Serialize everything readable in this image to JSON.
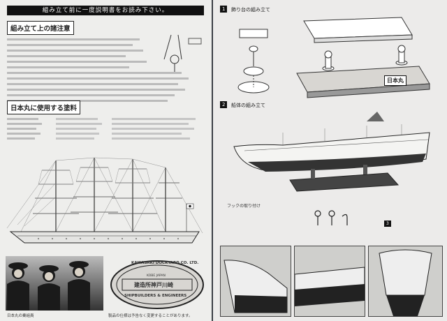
{
  "left_page": {
    "banner": "組み立て前に一度説明書をお読み下さい。",
    "section1_title": "組み立て上の諸注意",
    "section2_title": "日本丸に使用する塗料",
    "seal_lines": [
      "KAWASAKI DOCKYARD CO. LTD.",
      "建造所神戸川崎",
      "SHIPBUILDERS & ENGINEERS",
      "KOBE JAPAN"
    ],
    "photo_caption": "日本丸の乗組員",
    "footer": "製品の仕様は予告なく変更することがあります。"
  },
  "right_page": {
    "step1_number": "1",
    "step1_title": "飾り台の組み立て",
    "step2_number": "2",
    "step2_title": "船体の組み立て",
    "nameplate": "日本丸",
    "caption_hook": "フックの取り付け",
    "step3_number": "3"
  },
  "colors": {
    "paper": "#eeeeec",
    "ink": "#222222",
    "banner_bg": "#111111",
    "background": "#5a5f66"
  }
}
